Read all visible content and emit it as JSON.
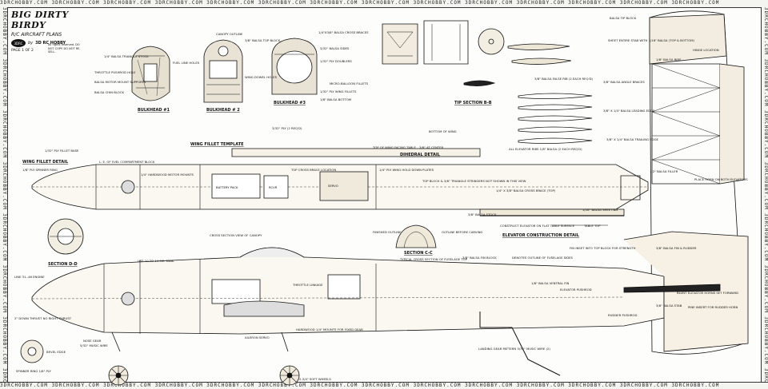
{
  "border": {
    "repeat_text": "3DRCHOBBY.COM  3DRCHOBBY.COM  3DRCHOBBY.COM  3DRCHOBBY.COM  3DRCHOBBY.COM  3DRCHOBBY.COM  3DRCHOBBY.COM  3DRCHOBBY.COM  3DRCHOBBY.COM  3DRCHOBBY.COM  3DRCHOBBY.COM  3DRCHOBBY.COM  3DRCHOBBY.COM  3DRCHOBBY.COM"
  },
  "title_block": {
    "title": "BIG DIRTY BIRDY",
    "subtitle": "R/C AIRCRAFT PLANS",
    "by": "by",
    "brand": "3D RC HOBBY",
    "badge": "3DRC",
    "page": "PAGE 1 OF 2",
    "rights": "All rights reserved. DO NOT COPY. DO NOT RE-SELL."
  },
  "sections": {
    "bulkhead1": "BULKHEAD #1",
    "bulkhead2": "BULKHEAD # 2",
    "bulkhead3": "BULKHEAD #3",
    "tip_section": "TIP SECTION B-B",
    "wing_fillet_template": "WING FILLET TEMPLATE",
    "wing_fillet_detail": "WING FILLET DETAIL",
    "dihedral": "DIHEDRAL DETAIL",
    "section_d": "SECTION D-D",
    "section_c": "SECTION C-C",
    "elevator_detail": "ELEVATOR CONSTRUCTION DETAIL",
    "ply_note": "3/32\" PLY (2 REQ'D)",
    "elevator_ribs": "ALL ELEVATOR RIBS 1/8\" BALSA (2 EACH REQ'D)",
    "false_rib": "3/8\" BALSA FALSE RIB (2 EACH REQ'D)",
    "gear_note": "LANDING GEAR PATTERN 5/32\" MUSIC WIRE (2)",
    "engine": "LINE 31-.46 ENGINE"
  },
  "labels": {
    "canopy_outline": "CANOPY OUTLINE",
    "balsa_top_block": "3/8\" BALSA TOP BLOCK",
    "balsa_cross_braces": "1/4\"X3/8\" BALSA CROSS BRACES",
    "fuelube_holes": "FUEL LINE HOLES",
    "balsa_triangle": "1/4\" BALSA TRIANGLE STOCK",
    "throttle_pushrod": "THROTTLE PUSHROD HOLE",
    "motor_mount": "BALSA MOTOR MOUNT SUPPORTS",
    "balsa_chin": "BALSA CHIN BLOCK",
    "wing_dowel": "WING DOWEL HOLES",
    "balsa_sides": "3/32\" BALSA SIDES",
    "ply_doublers": "1/32\" PLY DOUBLERS",
    "micro_balloon": "MICRO-BALLOON FILLETS",
    "ply_wing_fillets": "1/32\" PLY WING FILLETS",
    "balsa_bottom": "1/8\" BALSA BOTTOM",
    "bottom_of_wing": "BOTTOM OF WING",
    "top_of_wing": "TOP OF WING FACING TABLE",
    "center": "3/8\" AT CENTER",
    "fillet_base": "1/32\" PLY FILLET BASE",
    "fuel_block": "L. E. OF FUEL COMPARTMENT BLOCK",
    "spinner_ring": "1/8\" PLY SPINNER RING",
    "hardwood_mount": "1/4\" HARDWOOD MOTOR MOUNTS",
    "battery_pack": "BATTERY PACK",
    "rcvr": "RCVR",
    "servo": "SERVO",
    "top_cross_brace": "TOP CROSS BRACE LOCATION",
    "wing_hold_plates": "1/4\" PLY WING HOLD DOWN PLATES",
    "stringers": "TOP BLOCK & 3/8\" TRIANGLE STRINGERS NOT SHOWN IN THIS VIEW",
    "cross_brace_top": "1/4\" X 3/8\" BALSA CROSS BRACE (TOP)",
    "balsa_stock": "3/8\" BALSA STOCK",
    "balsa_sheeting": "1/16\" BALSA SHEETING",
    "balsa_filler": "1/2\" BALSA FILLER",
    "construct_elevator": "CONSTRUCT ELEVATOR ON FLAT TABLE SURFACE",
    "table_top": "TABLE TOP",
    "place_horn": "PLACE HORN ON BOTH ELEVATORS",
    "balsa_tip": "BALSA TIP BLOCK",
    "sheet_entire": "SHEET ENTIRE STAB WITH 1/16\" BALSA (TOP & BOTTOM)",
    "hinge_location": "HINGE LOCATION",
    "balsa_ribs": "1/8\" BALSA RIBS",
    "angle_brace": "3/8\" BALSA ANGLE BRACES",
    "leading_edge": "3/8\" X 1/4\" BALSA LEADING EDGE",
    "trailing_edge": "3/8\" X 1/4\" BALSA TRAILING EDGE",
    "fin_rudder": "3/8\" BALSA FIN & RUDDER",
    "fin_inset": "FIN INSET INTO TOP BLOCK FOR STRENGTH",
    "gear_block": "HARDWOOD 1/4\" MOUNTS FOR FIXED GEAR",
    "soft_wheels": "2-3/4\" SOFT WHEELS",
    "ventral_fin": "1/8\" BALSA VENTRAL FIN",
    "balsa_stab": "3/8\" BALSA STAB",
    "elevator_pushrod": "ELEVATOR PUSHROD",
    "rudder_pushrod": "RUDDER PUSHROD",
    "gear_wire": "5/32\" MUSIC WIRE",
    "down_thrust": "2\" DOWN THRUST NO RIGHT THRUST",
    "bevel_edge": "BEVEL EDGE",
    "spinner_ring_ply": "SPINNER RING 1/8\" PLY",
    "nose_gear": "NOSE GEAR",
    "tank": "USE 10 TO 14 OZ. TANK",
    "aileron_servo": "AILERON SERVO",
    "throttle_linkage": "THROTTLE LINKAGE",
    "cross_section_view": "CROSS SECTION VIEW OF CANOPY",
    "fin_block": "3/8\" BALSA FIN BLOCK",
    "typical_cross": "TYPICAL CROSS SECTION OF FUSELAGE TOP",
    "finished_outline": "FINISHED OUTLINE",
    "outline_before": "OUTLINE BEFORE CARVING",
    "denotes_outline": "DENOTES OUTLINE OF FUSELAGE SIDES",
    "blunt_elevator": "BLUNT ELEVATOR HORNS SET FORWARD",
    "pine_insert": "PINE INSERT FOR RUDDER HORN"
  }
}
